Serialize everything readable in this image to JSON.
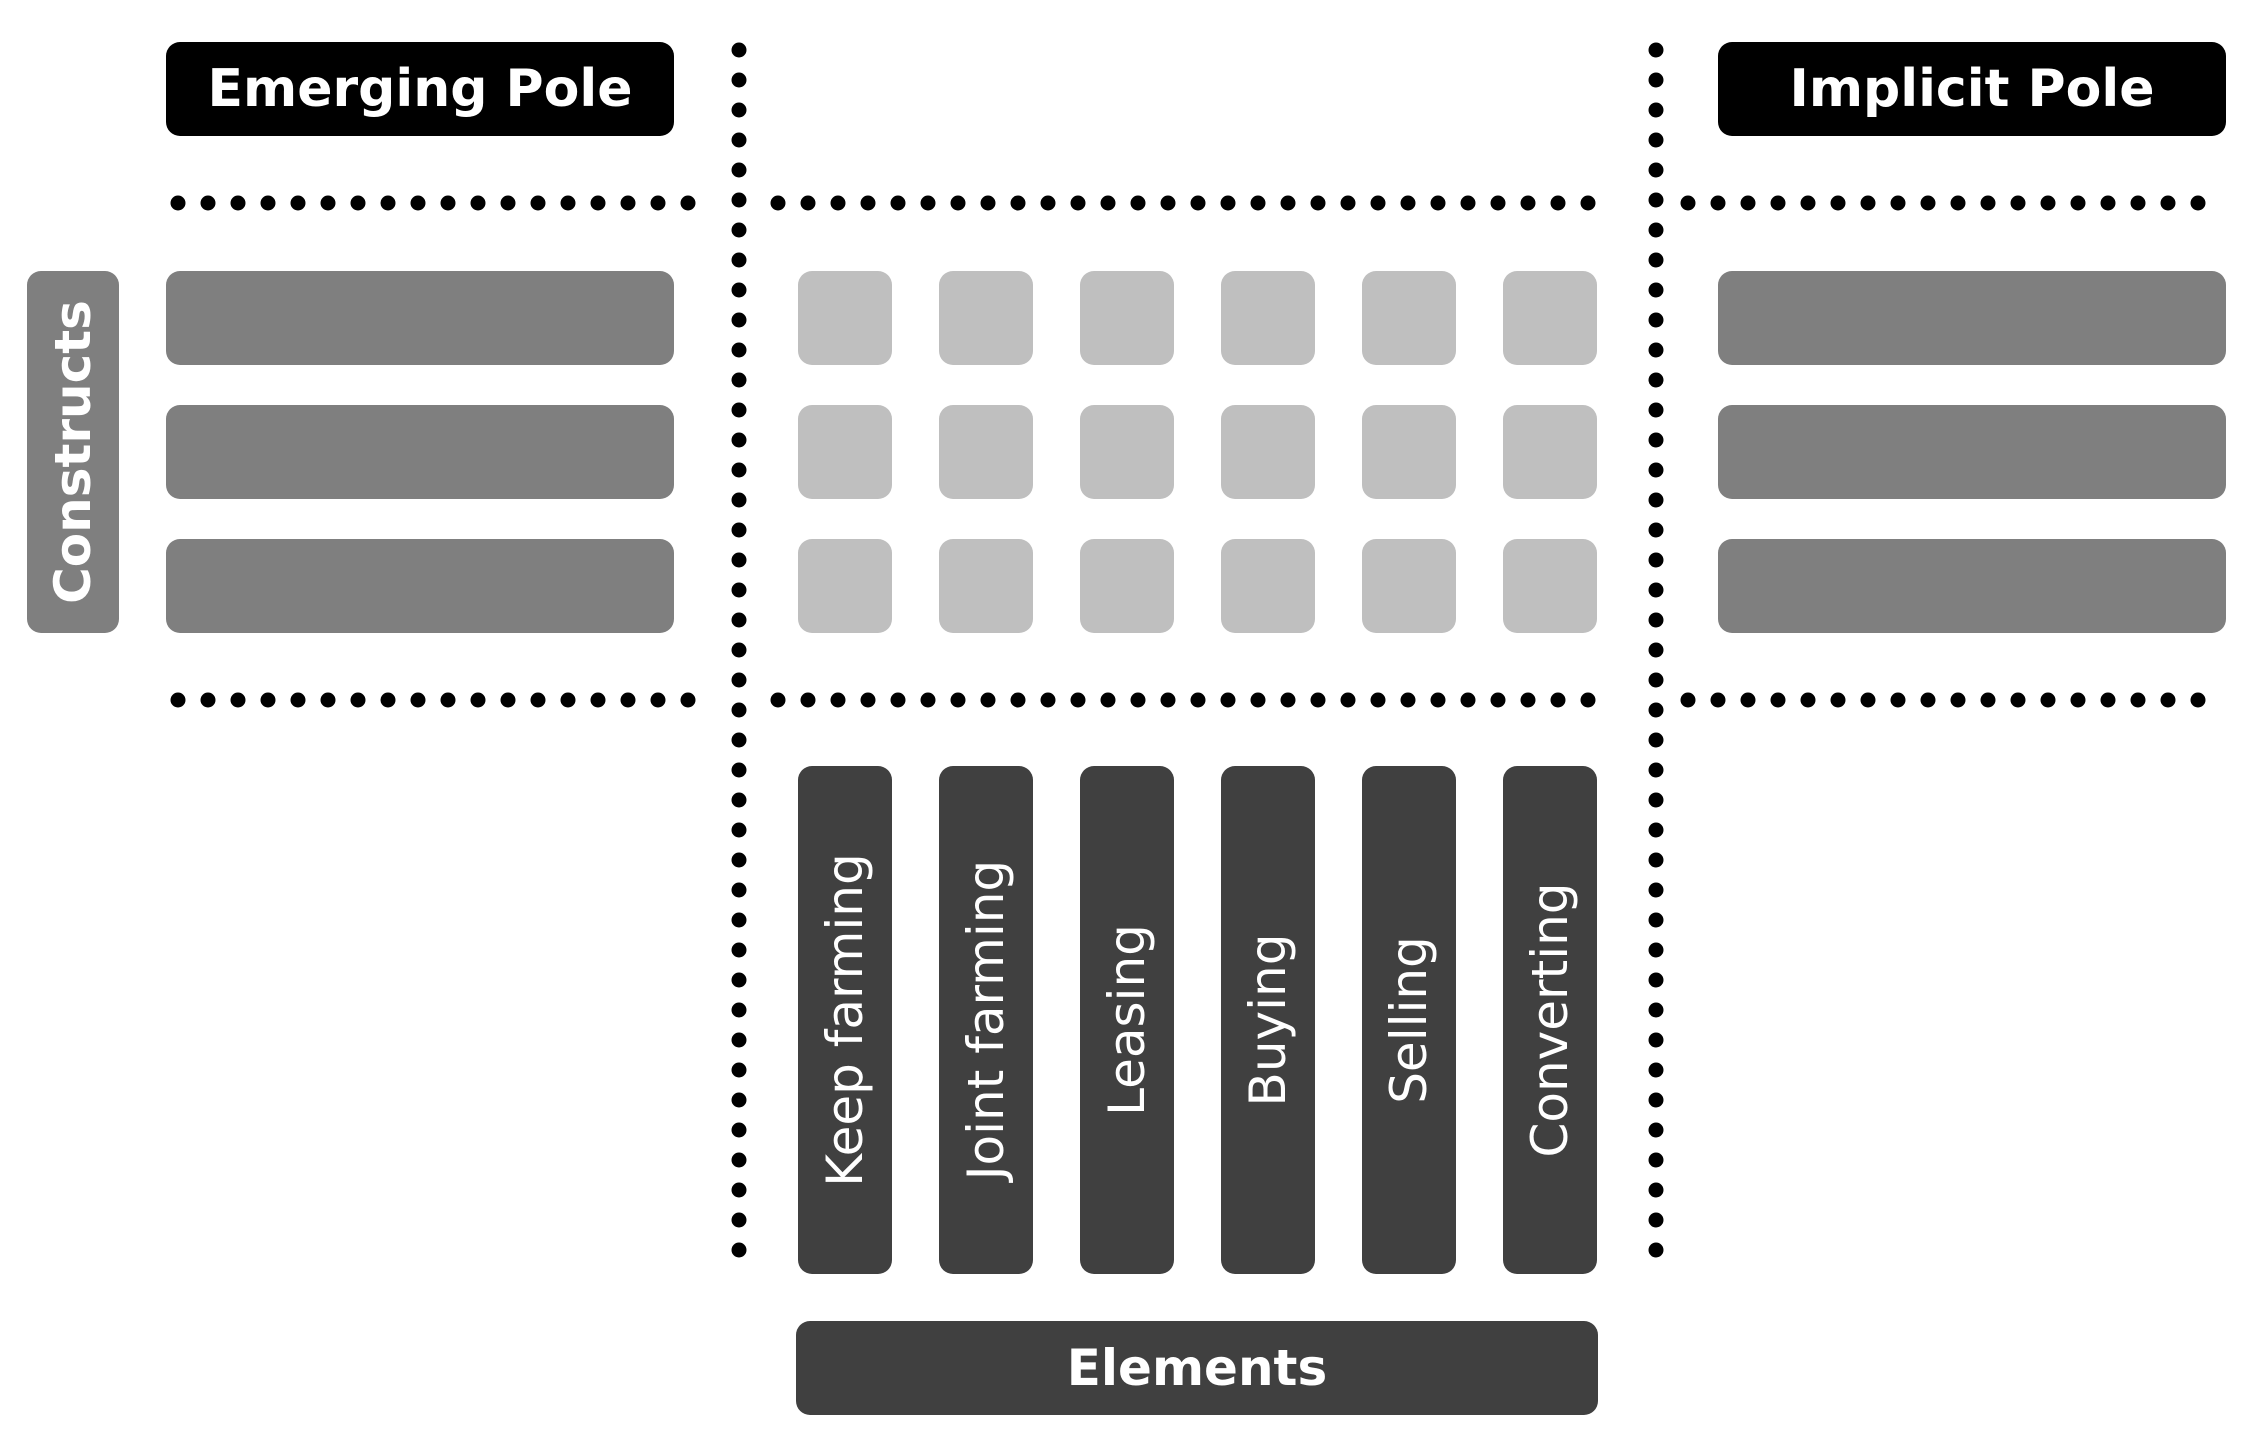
{
  "headers": {
    "emerging_pole": "Emerging Pole",
    "implicit_pole": "Implicit Pole"
  },
  "constructs_label": "Constructs",
  "elements_label": "Elements",
  "elements": [
    "Keep farming",
    "Joint farming",
    "Leasing",
    "Buying",
    "Selling",
    "Converting"
  ],
  "colors": {
    "header_bg": "#000000",
    "construct_bar": "#7f7f7f",
    "rating_cell": "#bfbfbf",
    "element_bg": "#404040",
    "divider": "#000000"
  }
}
